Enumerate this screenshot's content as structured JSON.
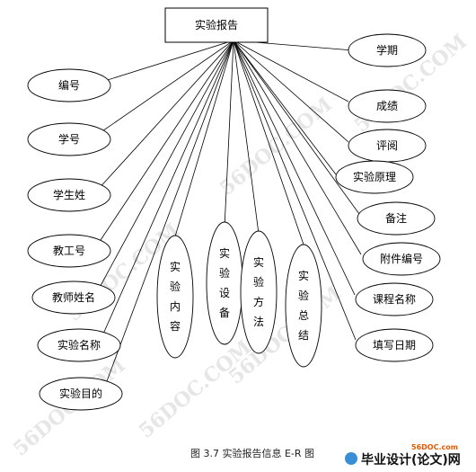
{
  "diagram": {
    "entity": "实验报告",
    "left_attributes": [
      "编号",
      "学号",
      "学生姓",
      "教工号",
      "教师姓名",
      "实验名称",
      "实验目的"
    ],
    "bottom_attributes": [
      "实验内容",
      "实验设备",
      "实验方法",
      "实验总结"
    ],
    "right_attributes": [
      "学期",
      "成绩",
      "评阅",
      "实验原理",
      "备注",
      "附件编号",
      "课程名称",
      "填写日期"
    ]
  },
  "caption": "图 3.7    实验报告信息 E-R 图",
  "watermark": "56DOC.COM",
  "logo": {
    "url": "56DOC.com",
    "text": "毕业设计(论文)网"
  },
  "colors": {
    "stroke": "#000000",
    "fill": "#ffffff",
    "watermark": "#e6e6e6",
    "logo_url": "#e55a00"
  }
}
